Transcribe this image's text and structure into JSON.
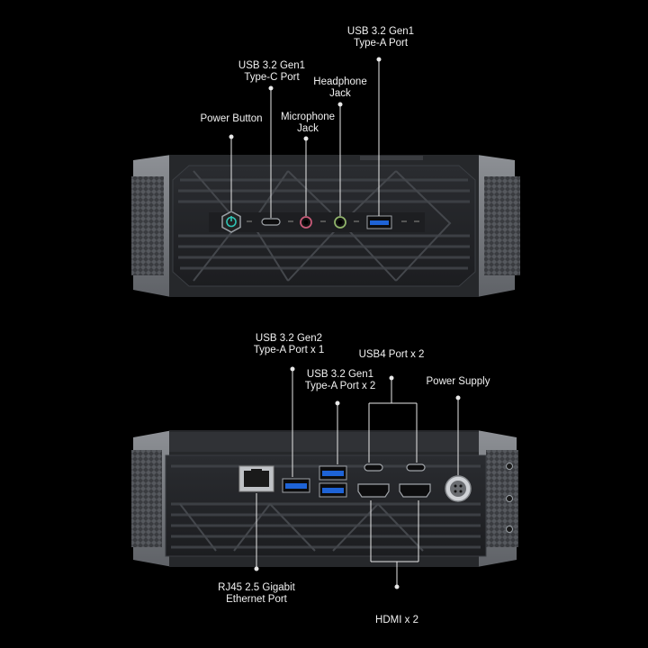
{
  "front_panel": {
    "callouts": [
      {
        "id": "power-button",
        "lines": [
          "Power Button"
        ]
      },
      {
        "id": "usbc-front",
        "lines": [
          "USB 3.2 Gen1",
          "Type-C Port"
        ]
      },
      {
        "id": "mic-jack",
        "lines": [
          "Microphone",
          "Jack"
        ]
      },
      {
        "id": "headphone-jack",
        "lines": [
          "Headphone",
          "Jack"
        ]
      },
      {
        "id": "usba-front",
        "lines": [
          "USB 3.2 Gen1",
          "Type-A Port"
        ]
      }
    ]
  },
  "rear_panel": {
    "callouts": [
      {
        "id": "usba-gen2",
        "lines": [
          "USB 3.2 Gen2",
          "Type-A Port x 1"
        ]
      },
      {
        "id": "usb4",
        "lines": [
          "USB4 Port x 2"
        ]
      },
      {
        "id": "usba-gen1-rear",
        "lines": [
          "USB 3.2 Gen1",
          "Type-A Port x 2"
        ]
      },
      {
        "id": "power-supply",
        "lines": [
          "Power Supply"
        ]
      },
      {
        "id": "rj45",
        "lines": [
          "RJ45 2.5 Gigabit",
          "Ethernet Port"
        ]
      },
      {
        "id": "hdmi",
        "lines": [
          "HDMI x 2"
        ]
      }
    ]
  },
  "colors": {
    "background": "#000000",
    "chassis_dark": "#2b2d30",
    "chassis_grey": "#7a7d82",
    "usb_blue": "#1e63d6",
    "power_accent": "#2fc3b5",
    "leader": "#e8e8e8"
  }
}
